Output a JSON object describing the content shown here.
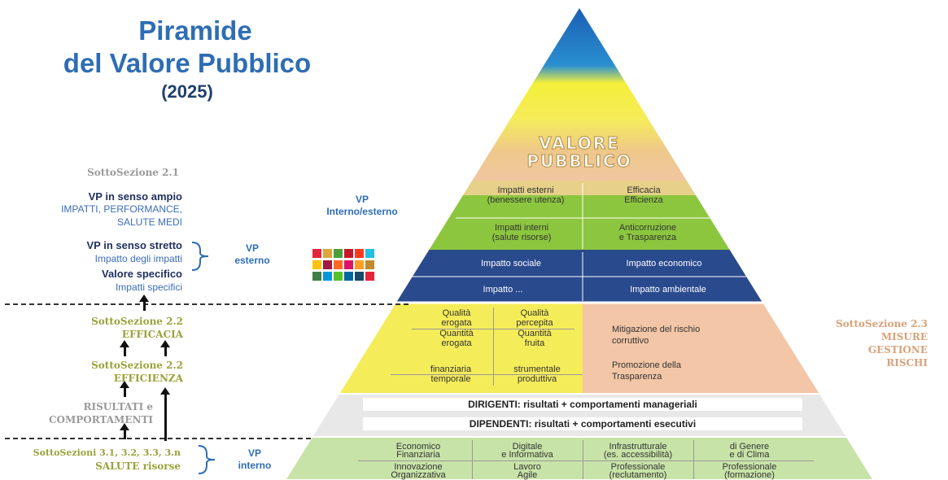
{
  "title": {
    "line1": "Piramide",
    "line2": "del Valore Pubblico",
    "year": "(2025)"
  },
  "left": {
    "sub21": "SottoSezione 2.1",
    "vp_ampio": "VP in senso ampio",
    "vp_ampio_desc1": "IMPATTI, PERFORMANCE,",
    "vp_ampio_desc2": "SALUTE MEDI",
    "vp_stretto": "VP in senso stretto",
    "vp_stretto_desc": "Impatto degli impatti",
    "valore_specifico": "Valore specifico",
    "valore_specifico_desc": "Impatti specifici",
    "sub22a": "SottoSezione 2.2",
    "efficacia": "EFFICACIA",
    "sub22b": "SottoSezione 2.2",
    "efficienza": "EFFICIENZA",
    "risultati1": "RISULTATI e",
    "risultati2": "COMPORTAMENTI",
    "sottosezioni": "SottoSezioni 3.1, 3.2, 3.3, 3.n",
    "salute": "SALUTE risorse"
  },
  "brackets": {
    "vp_esterno1": "VP",
    "vp_esterno2": "esterno",
    "vp_interno_esterno1": "VP",
    "vp_interno_esterno2": "Interno/esterno",
    "vp_interno1": "VP",
    "vp_interno2": "interno"
  },
  "pyramid": {
    "valore1": "VALORE",
    "valore2": "PUBBLICO",
    "impatti_esterni1": "Impatti esterni",
    "impatti_esterni2": "(benessere utenza)",
    "efficacia_eff1": "Efficacia",
    "efficacia_eff2": "Efficienza",
    "impatti_interni1": "Impatti interni",
    "impatti_interni2": "(salute risorse)",
    "anticorruzione1": "Anticorruzione",
    "anticorruzione2": "e Trasparenza",
    "impatto_sociale": "Impatto sociale",
    "impatto_economico": "Impatto economico",
    "impatto_dots": "Impatto ...",
    "impatto_ambientale": "Impatto ambientale",
    "q_erogata1": "Qualità",
    "q_erogata2": "erogata",
    "q_percepita1": "Qualità",
    "q_percepita2": "percepita",
    "quant_erogata1": "Quantità",
    "quant_erogata2": "erogata",
    "quant_fruita1": "Quantità",
    "quant_fruita2": "fruita",
    "finanziaria1": "finanziaria",
    "finanziaria2": "temporale",
    "strumentale1": "strumentale",
    "strumentale2": "produttiva",
    "mitigazione1": "Mitigazione del rischio",
    "mitigazione2": "corruttivo",
    "promozione1": "Promozione della",
    "promozione2": "Trasparenza",
    "dirigenti": "DIRIGENTI: risultati + comportamenti manageriali",
    "dipendenti": "DIPENDENTI: risultati + comportamenti esecutivi",
    "economico1": "Economico",
    "economico2": "Finanziaria",
    "digitale1": "Digitale",
    "digitale2": "e Informativa",
    "infrastrutturale1": "Infrastrutturale",
    "infrastrutturale2": "(es. accessibilità)",
    "genere1": "di Genere",
    "genere2": "e di Clima",
    "innovazione1": "Innovazione",
    "innovazione2": "Organizzativa",
    "lavoro1": "Lavoro",
    "lavoro2": "Agile",
    "professionale_a1": "Professionale",
    "professionale_a2": "(reclutamento)",
    "professionale_b1": "Professionale",
    "professionale_b2": "(formazione)"
  },
  "right": {
    "sub23": "SottoSezione 2.3",
    "misure": "MISURE",
    "gestione": "GESTIONE",
    "rischi": "RISCHI"
  },
  "sdg_icons": [
    "sdg-icon-1",
    "sdg-icon-2",
    "sdg-icon-3",
    "sdg-icon-4",
    "sdg-icon-5",
    "sdg-icon-6",
    "sdg-icon-7",
    "sdg-icon-8",
    "sdg-icon-9",
    "sdg-icon-10",
    "sdg-icon-11",
    "sdg-icon-12",
    "sdg-icon-13",
    "sdg-icon-14",
    "sdg-icon-15",
    "sdg-icon-16",
    "sdg-icon-17",
    "sdg-icon-18"
  ],
  "colors": {
    "title_blue": "#2e6db4",
    "navy_band": "#2a4a8e",
    "green_band": "#8cc63f",
    "yellow_band": "#f5ec5a",
    "salmon_band": "#f2c6a6",
    "light_green_band": "#c8e3a8",
    "olive_text": "#9aa23a"
  }
}
